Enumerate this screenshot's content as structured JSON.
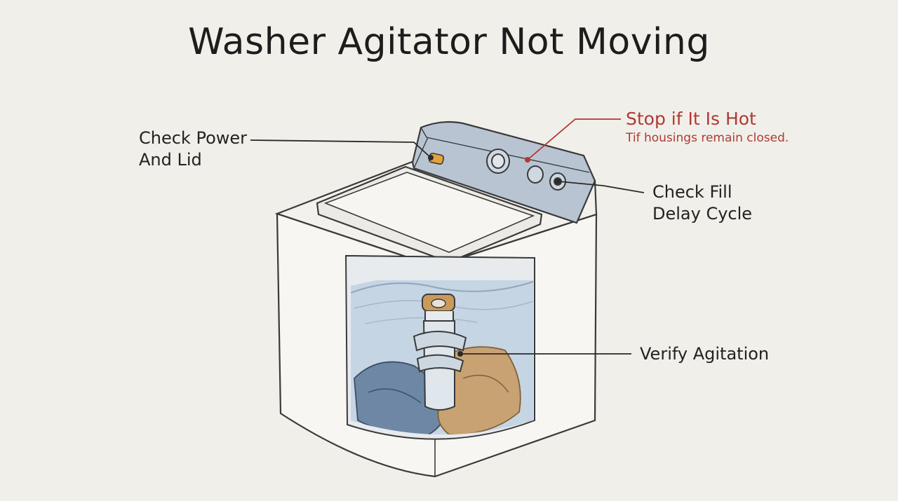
{
  "title": "Washer Agitator Not Moving",
  "callouts": {
    "power": {
      "line1": "Check Power",
      "line2": "And Lid"
    },
    "hot": {
      "title": "Stop if It Is Hot",
      "subtitle": "Tif housings remain closed."
    },
    "fill": {
      "line1": "Check Fill",
      "line2": "Delay Cycle"
    },
    "agitation": {
      "line1": "Verify Agitation"
    }
  },
  "colors": {
    "background": "#f1efe9",
    "ink": "#222222",
    "warning": "#b03a33",
    "panel": "#b8c4d2",
    "water": "#c6d5e3",
    "clothes_tan": "#c8a272",
    "clothes_blue": "#6e87a4",
    "agitator_cap": "#c99a5b"
  }
}
